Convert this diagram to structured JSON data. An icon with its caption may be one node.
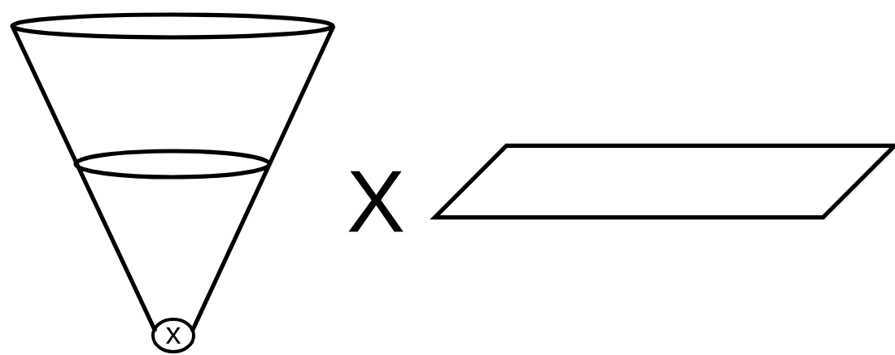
{
  "diagram": {
    "nodes": [
      {
        "text": [
          "x"
        ]
      },
      {
        "text": [],
        "shape": "parallelogram"
      }
    ],
    "labels": [
      "X"
    ]
  }
}
